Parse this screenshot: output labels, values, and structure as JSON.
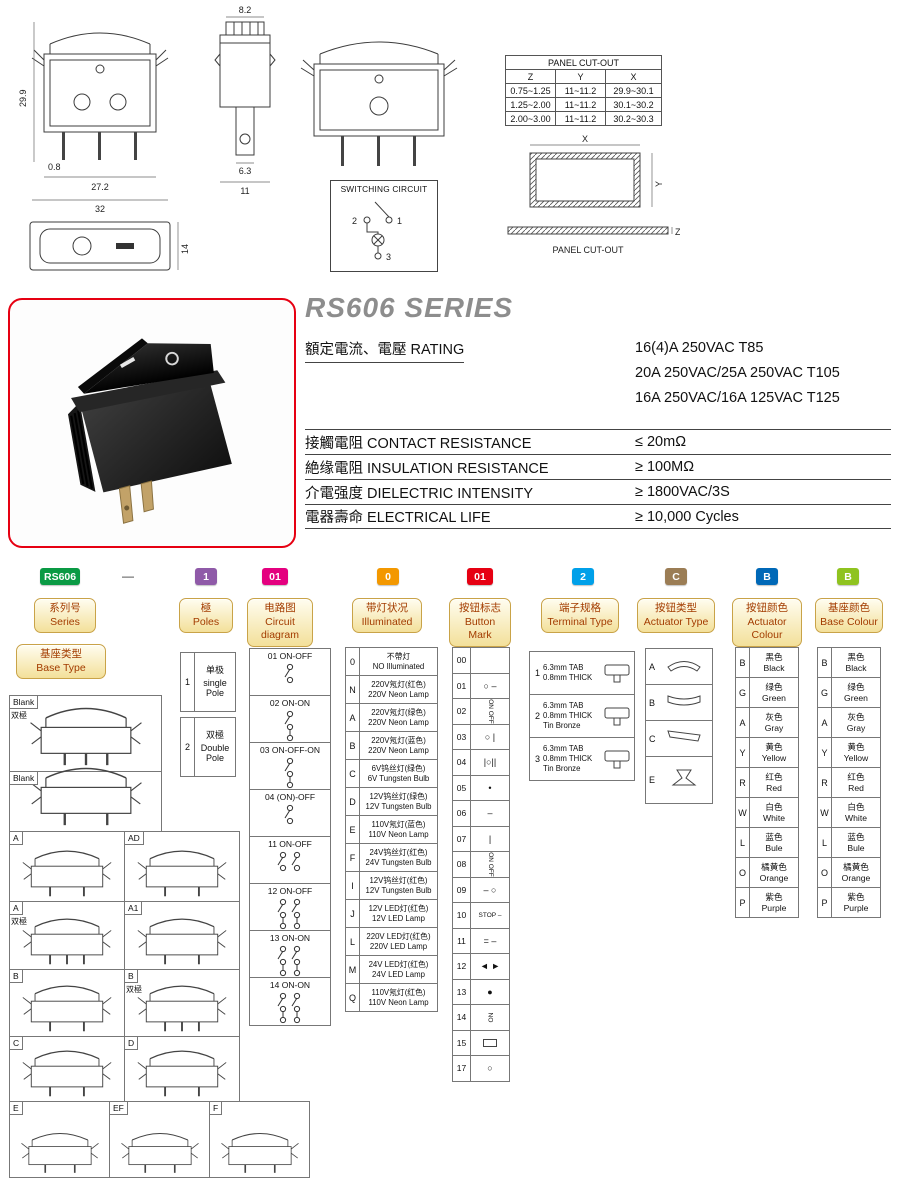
{
  "series_title": "RS606 SERIES",
  "top": {
    "dims": {
      "front_height": "29.9",
      "pin_width": "0.8",
      "inner_width": "27.2",
      "outer_width": "32",
      "face_height": "14",
      "side_cap": "8.2",
      "pin_tab": "6.3",
      "side_width": "11"
    },
    "switching_circuit": {
      "title": "SWITCHING CIRCUIT",
      "terminals": [
        "2",
        "1",
        "3"
      ]
    },
    "panel_cutout_table": {
      "title": "PANEL CUT-OUT",
      "columns": [
        "Z",
        "Y",
        "X"
      ],
      "rows": [
        [
          "0.75~1.25",
          "11~11.2",
          "29.9~30.1"
        ],
        [
          "1.25~2.00",
          "11~11.2",
          "30.1~30.2"
        ],
        [
          "2.00~3.00",
          "11~11.2",
          "30.2~30.3"
        ]
      ]
    },
    "panel_cutout_diagram": {
      "label": "PANEL CUT-OUT",
      "dim_x": "X",
      "dim_y": "Y",
      "dim_z": "Z"
    }
  },
  "specs": {
    "rating_label": "額定電流、電壓 RATING",
    "rating_values": [
      "16(4)A 250VAC T85",
      "20A 250VAC/25A 250VAC T105",
      "16A 250VAC/16A 125VAC T125"
    ],
    "rows": [
      {
        "label": "接觸電阻 CONTACT RESISTANCE",
        "value": "≤ 20mΩ"
      },
      {
        "label": "絶缘電阻 INSULATION RESISTANCE",
        "value": "≥ 100MΩ"
      },
      {
        "label": "介電强度 DIELECTRIC INTENSITY",
        "value": "≥ 1800VAC/3S"
      },
      {
        "label": "電器壽命 ELECTRICAL LIFE",
        "value": "≥ 10,000 Cycles"
      }
    ]
  },
  "ordering": {
    "dash": "—",
    "series": {
      "badge": "RS606",
      "badge_color": "#0a9a44",
      "label_zh": "系列号",
      "label_en": "Series",
      "base_type_zh": "基座类型",
      "base_type_en": "Base Type",
      "base_rows": [
        {
          "cells": [
            {
              "code": "Blank",
              "sub": "双極"
            }
          ]
        },
        {
          "cells": [
            {
              "code": "Blank"
            }
          ]
        },
        {
          "cells": [
            {
              "code": "A"
            },
            {
              "code": "AD"
            }
          ]
        },
        {
          "cells": [
            {
              "code": "A",
              "sub": "双極"
            },
            {
              "code": "A1"
            }
          ]
        },
        {
          "cells": [
            {
              "code": "B"
            },
            {
              "code": "B",
              "sub": "双極"
            }
          ]
        },
        {
          "cells": [
            {
              "code": "C"
            },
            {
              "code": "D"
            }
          ]
        },
        {
          "cells": [
            {
              "code": "E"
            },
            {
              "code": "EF"
            },
            {
              "code": "F"
            }
          ]
        }
      ]
    },
    "poles": {
      "badge": "1",
      "badge_color": "#8f5aa8",
      "label_zh": "極",
      "label_en": "Poles",
      "items": [
        {
          "code": "1",
          "zh": "单极",
          "en": "single Pole"
        },
        {
          "code": "2",
          "zh": "双極",
          "en": "Double Pole"
        }
      ]
    },
    "circuit": {
      "badge": "01",
      "badge_color": "#e4007f",
      "label_zh": "电路图",
      "label_en": "Circuit diagram",
      "items": [
        {
          "code": "01",
          "name": "ON-OFF",
          "poles": 1,
          "positions": 2
        },
        {
          "code": "02",
          "name": "ON-ON",
          "poles": 1,
          "positions": 3
        },
        {
          "code": "03",
          "name": "ON-OFF-ON",
          "poles": 1,
          "positions": 3
        },
        {
          "code": "04",
          "name": "(ON)-OFF",
          "poles": 1,
          "positions": 2
        },
        {
          "code": "11",
          "name": "ON-OFF",
          "poles": 2,
          "positions": 2
        },
        {
          "code": "12",
          "name": "ON-OFF",
          "poles": 2,
          "positions": 3
        },
        {
          "code": "13",
          "name": "ON-ON",
          "poles": 2,
          "positions": 3
        },
        {
          "code": "14",
          "name": "ON-ON",
          "poles": 2,
          "positions": 3
        }
      ]
    },
    "illuminated": {
      "badge": "0",
      "badge_color": "#f39800",
      "label_zh": "带灯状况",
      "label_en": "Illuminated",
      "items": [
        {
          "code": "0",
          "zh": "不帶灯",
          "en": "NO Illuminated"
        },
        {
          "code": "N",
          "zh": "220V氖灯(红色)",
          "en": "220V Neon Lamp"
        },
        {
          "code": "A",
          "zh": "220V氖灯(绿色)",
          "en": "220V Neon Lamp"
        },
        {
          "code": "B",
          "zh": "220V氖灯(蓝色)",
          "en": "220V Neon Lamp"
        },
        {
          "code": "C",
          "zh": "6V钨丝灯(绿色)",
          "en": "6V Tungsten Bulb"
        },
        {
          "code": "D",
          "zh": "12V钨丝灯(绿色)",
          "en": "12V Tungsten Bulb"
        },
        {
          "code": "E",
          "zh": "110V氖灯(蓝色)",
          "en": "110V Neon Lamp"
        },
        {
          "code": "F",
          "zh": "24V钨丝灯(红色)",
          "en": "24V Tungsten Bulb"
        },
        {
          "code": "I",
          "zh": "12V钨丝灯(红色)",
          "en": "12V Tungsten Bulb"
        },
        {
          "code": "J",
          "zh": "12V LED灯(红色)",
          "en": "12V LED Lamp"
        },
        {
          "code": "L",
          "zh": "220V LED灯(红色)",
          "en": "220V LED Lamp"
        },
        {
          "code": "M",
          "zh": "24V LED灯(红色)",
          "en": "24V LED Lamp"
        },
        {
          "code": "Q",
          "zh": "110V氖灯(红色)",
          "en": "110V Neon Lamp"
        }
      ]
    },
    "button_mark": {
      "badge": "01",
      "badge_color": "#e60012",
      "label_zh": "按钮标志",
      "label_en": "Button Mark",
      "items": [
        {
          "code": "00",
          "mark": ""
        },
        {
          "code": "01",
          "mark": "○ –"
        },
        {
          "code": "02",
          "mark": "ON OFF",
          "rotated": true
        },
        {
          "code": "03",
          "mark": "○ |"
        },
        {
          "code": "04",
          "mark": "|○||"
        },
        {
          "code": "05",
          "mark": "•"
        },
        {
          "code": "06",
          "mark": "–"
        },
        {
          "code": "07",
          "mark": "|"
        },
        {
          "code": "08",
          "mark": "ON OFF",
          "rotated": true
        },
        {
          "code": "09",
          "mark": "– ○"
        },
        {
          "code": "10",
          "mark": "STOP –"
        },
        {
          "code": "11",
          "mark": "= –"
        },
        {
          "code": "12",
          "mark": "◄ ►"
        },
        {
          "code": "13",
          "mark": "●"
        },
        {
          "code": "14",
          "mark": "NO",
          "rotated": true
        },
        {
          "code": "15",
          "mark": "",
          "icon": "rocker-face-icon"
        },
        {
          "code": "17",
          "mark": "○"
        }
      ]
    },
    "terminal": {
      "badge": "2",
      "badge_color": "#00a0e9",
      "label_zh": "端子规格",
      "label_en": "Terminal Type",
      "items": [
        {
          "code": "1",
          "lines": [
            "6.3mm TAB",
            "0.8mm THICK"
          ]
        },
        {
          "code": "2",
          "lines": [
            "6.3mm TAB",
            "0.8mm THICK",
            "Tin Bronze"
          ]
        },
        {
          "code": "3",
          "lines": [
            "6.3mm TAB",
            "0.8mm THICK",
            "Tin Bronze"
          ]
        }
      ]
    },
    "actuator": {
      "badge": "C",
      "badge_color": "#9b7d55",
      "label_zh": "按钮类型",
      "label_en": "Actuator Type",
      "items": [
        {
          "code": "A"
        },
        {
          "code": "B"
        },
        {
          "code": "C"
        },
        {
          "code": "E"
        }
      ]
    },
    "actuator_colour": {
      "badge": "B",
      "badge_color": "#0068b7",
      "label_zh": "按钮颜色",
      "label_en": "Actuator Colour",
      "items": [
        {
          "code": "B",
          "zh": "黑色",
          "en": "Black"
        },
        {
          "code": "G",
          "zh": "绿色",
          "en": "Green"
        },
        {
          "code": "A",
          "zh": "灰色",
          "en": "Gray"
        },
        {
          "code": "Y",
          "zh": "黄色",
          "en": "Yellow"
        },
        {
          "code": "R",
          "zh": "红色",
          "en": "Red"
        },
        {
          "code": "W",
          "zh": "白色",
          "en": "White"
        },
        {
          "code": "L",
          "zh": "蓝色",
          "en": "Bule"
        },
        {
          "code": "O",
          "zh": "橘黄色",
          "en": "Orange"
        },
        {
          "code": "P",
          "zh": "紫色",
          "en": "Purple"
        }
      ]
    },
    "base_colour": {
      "badge": "B",
      "badge_color": "#8fc31f",
      "label_zh": "基座颜色",
      "label_en": "Base Colour",
      "items": [
        {
          "code": "B",
          "zh": "黑色",
          "en": "Black"
        },
        {
          "code": "G",
          "zh": "绿色",
          "en": "Green"
        },
        {
          "code": "A",
          "zh": "灰色",
          "en": "Gray"
        },
        {
          "code": "Y",
          "zh": "黄色",
          "en": "Yellow"
        },
        {
          "code": "R",
          "zh": "红色",
          "en": "Red"
        },
        {
          "code": "W",
          "zh": "白色",
          "en": "White"
        },
        {
          "code": "L",
          "zh": "蓝色",
          "en": "Bule"
        },
        {
          "code": "O",
          "zh": "橘黄色",
          "en": "Orange"
        },
        {
          "code": "P",
          "zh": "紫色",
          "en": "Purple"
        }
      ]
    }
  }
}
